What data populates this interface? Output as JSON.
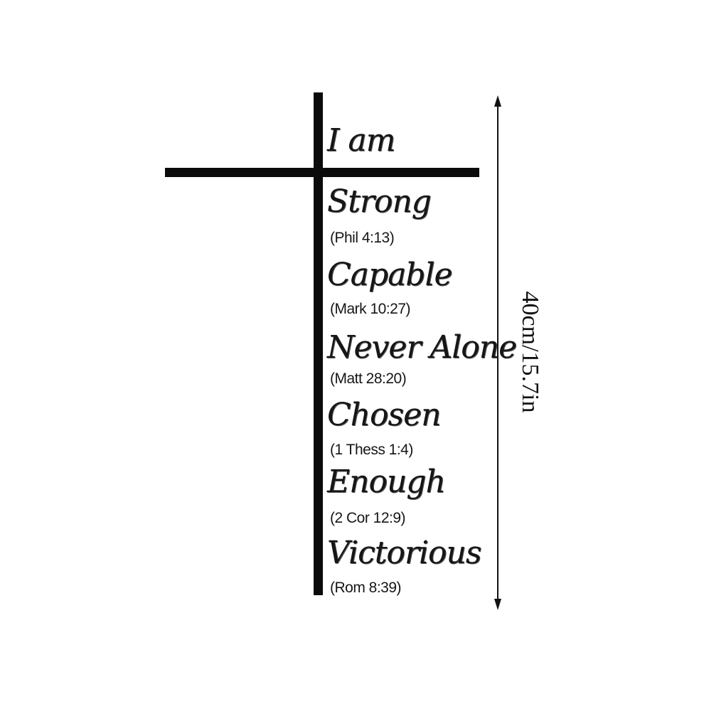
{
  "intro": "I am",
  "words": [
    {
      "word": "Strong",
      "ref": "(Phil 4:13)"
    },
    {
      "word": "Capable",
      "ref": "(Mark 10:27)"
    },
    {
      "word": "Never Alone",
      "ref": "(Matt 28:20)"
    },
    {
      "word": "Chosen",
      "ref": "(1 Thess 1:4)"
    },
    {
      "word": "Enough",
      "ref": "(2 Cor 12:9)"
    },
    {
      "word": "Victorious",
      "ref": "(Rom 8:39)"
    }
  ],
  "dimension": {
    "label": "40cm/15.7in"
  },
  "colors": {
    "background": "#ffffff",
    "cross": "#0b0b0b",
    "text": "#161616"
  }
}
